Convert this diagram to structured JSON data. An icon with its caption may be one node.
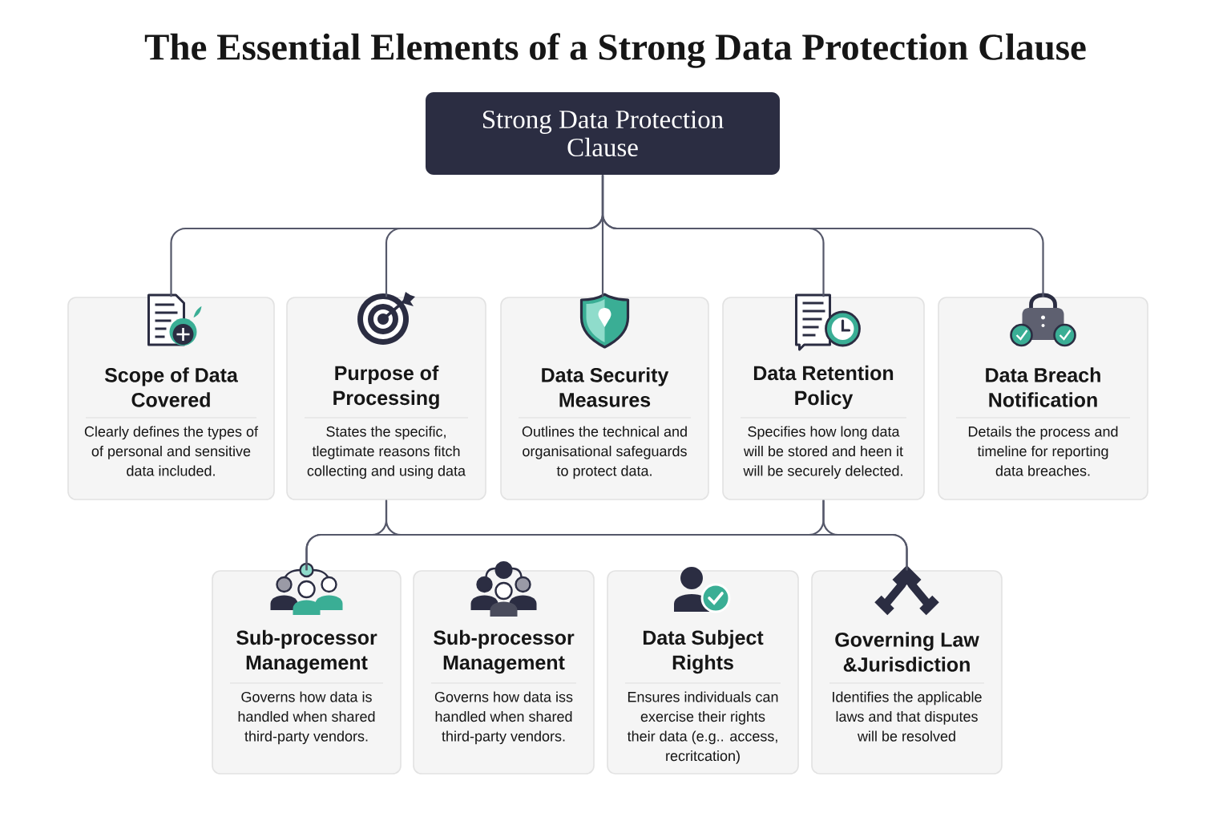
{
  "diagram": {
    "title": "The Essential Elements of a Strong Data Protection Clause",
    "nodes": [
      {
        "text": [
          "Strong Data Protection Clause"
        ]
      },
      {
        "text": [
          "Scope of Data Covered",
          "Clearly defines the types of of personal and sensitive data included."
        ]
      },
      {
        "text": [
          "Purpose of Processing",
          "States the specific, tlegtimate reasons fitch collecting and using data"
        ]
      },
      {
        "text": [
          "Data Security Measures",
          "Outlines the technical and organisational safeguards to protect data."
        ]
      },
      {
        "text": [
          "Data Retention Policy",
          "Specifies how long data will be stored and heen it will be securely delected."
        ]
      },
      {
        "text": [
          "Data Breach Notification",
          "Details the process and timeline for reporting data breaches."
        ]
      },
      {
        "text": [
          "Sub-processor Management",
          "Governs how data is handled when shared third-party vendors."
        ]
      },
      {
        "text": [
          "Sub-processor Management",
          "Governs how data iss handled when shared third-party vendors."
        ]
      },
      {
        "text": [
          "Data Subject Rights",
          "Ensures individuals can exercise their rights their data (e.g.. access, recritcation)"
        ]
      },
      {
        "text": [
          "Governing Law &Jurisdiction",
          "Identifies the applicable laws and that disputes will be resolved"
        ]
      }
    ],
    "edges": [
      {
        "from": 0,
        "to": 1,
        "arrow": "none"
      },
      {
        "from": 0,
        "to": 2,
        "arrow": "none"
      },
      {
        "from": 0,
        "to": 3,
        "arrow": "none"
      },
      {
        "from": 0,
        "to": 4,
        "arrow": "none"
      },
      {
        "from": 0,
        "to": 5,
        "arrow": "none"
      },
      {
        "from": 2,
        "to": 6,
        "arrow": "none"
      },
      {
        "from": 2,
        "to": 9,
        "arrow": "none"
      },
      {
        "from": 4,
        "to": 6,
        "arrow": "none"
      },
      {
        "from": 4,
        "to": 9,
        "arrow": "none"
      }
    ]
  }
}
